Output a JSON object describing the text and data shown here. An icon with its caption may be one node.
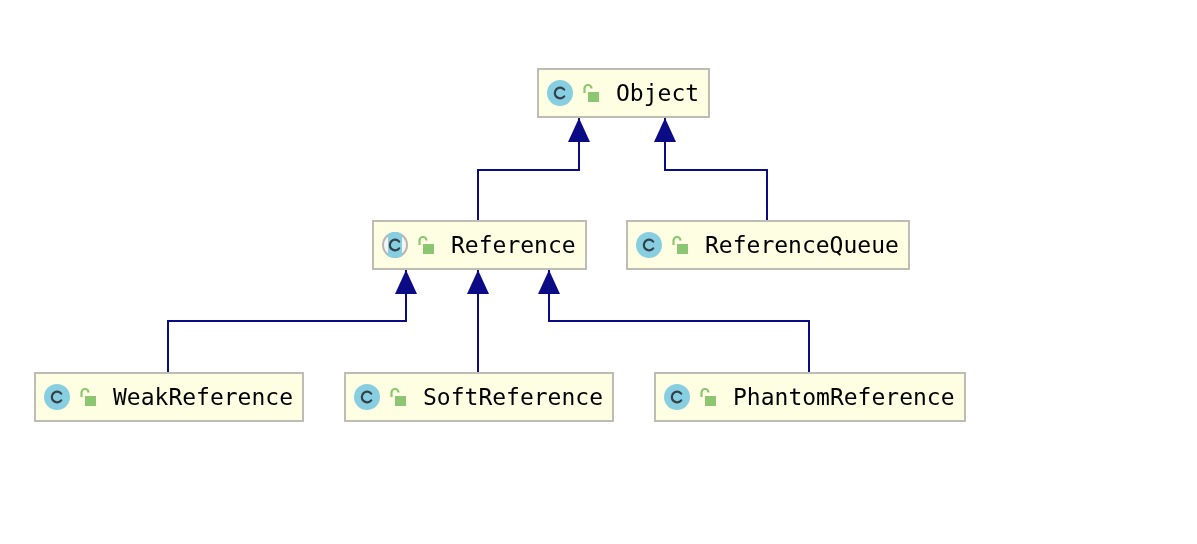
{
  "diagram": {
    "nodes": [
      {
        "text": [
          "Object"
        ]
      },
      {
        "text": [
          "Reference"
        ]
      },
      {
        "text": [
          "ReferenceQueue"
        ]
      },
      {
        "text": [
          "WeakReference"
        ]
      },
      {
        "text": [
          "SoftReference"
        ]
      },
      {
        "text": [
          "PhantomReference"
        ]
      }
    ],
    "edges": [
      {
        "from": 1,
        "to": 0,
        "arrow": "to"
      },
      {
        "from": 2,
        "to": 0,
        "arrow": "to"
      },
      {
        "from": 3,
        "to": 1,
        "arrow": "to"
      },
      {
        "from": 4,
        "to": 1,
        "arrow": "to"
      },
      {
        "from": 5,
        "to": 1,
        "arrow": "to"
      }
    ]
  }
}
